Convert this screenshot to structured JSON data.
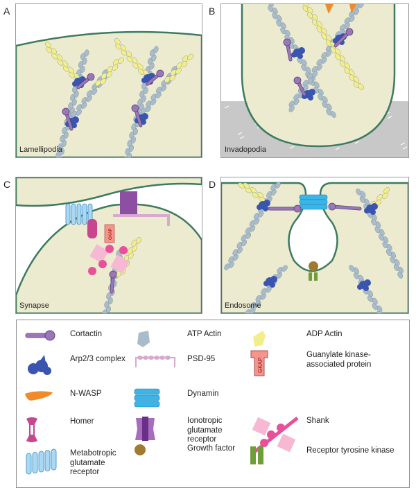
{
  "panels": [
    {
      "letter": "A",
      "name": "Lamellipodia"
    },
    {
      "letter": "B",
      "name": "Invadopodia"
    },
    {
      "letter": "C",
      "name": "Synapse"
    },
    {
      "letter": "D",
      "name": "Endosome"
    }
  ],
  "gkap_label": "GKAP",
  "legend": [
    {
      "label": "Cortactin",
      "icon": "cortactin"
    },
    {
      "label": "ATP Actin",
      "icon": "atp-actin"
    },
    {
      "label": "ADP Actin",
      "icon": "adp-actin"
    },
    {
      "label": "Arp2/3 complex",
      "icon": "arp23"
    },
    {
      "label": "PSD-95",
      "icon": "psd95"
    },
    {
      "label": "Guanylate kinase-associated protein",
      "icon": "gkap"
    },
    {
      "label": "N-WASP",
      "icon": "nwasp"
    },
    {
      "label": "Dynamin",
      "icon": "dynamin"
    },
    {
      "label": "Homer",
      "icon": "homer"
    },
    {
      "label": "Ionotropic glutamate receptor",
      "icon": "ionotropic"
    },
    {
      "label": "Shank",
      "icon": "shank"
    },
    {
      "label": "Metabotropic glutamate receptor",
      "icon": "metabotropic"
    },
    {
      "label": "Growth factor",
      "icon": "growth-factor"
    },
    {
      "label": "Receptor tyrosine kinase",
      "icon": "rtk"
    }
  ],
  "colors": {
    "cell": "#ecebd0",
    "membrane": "#3d7a5f",
    "atp_actin": "#a9bccb",
    "adp_actin": "#f3ee8c",
    "arp23": "#3a55b0",
    "cortactin": "#9a78b8",
    "nwasp": "#f08a2a",
    "homer": "#c8468e",
    "dynamin": "#3bb4e8",
    "psd95": "#d8a8d0",
    "gkap": "#f4948a",
    "ionotropic": "#8d4fa2",
    "shank_box": "#f6b8d2",
    "shank_ball": "#e8509a",
    "growth": "#a07a30",
    "rtk": "#6e9e3a",
    "matrix": "#c8c8c8"
  }
}
